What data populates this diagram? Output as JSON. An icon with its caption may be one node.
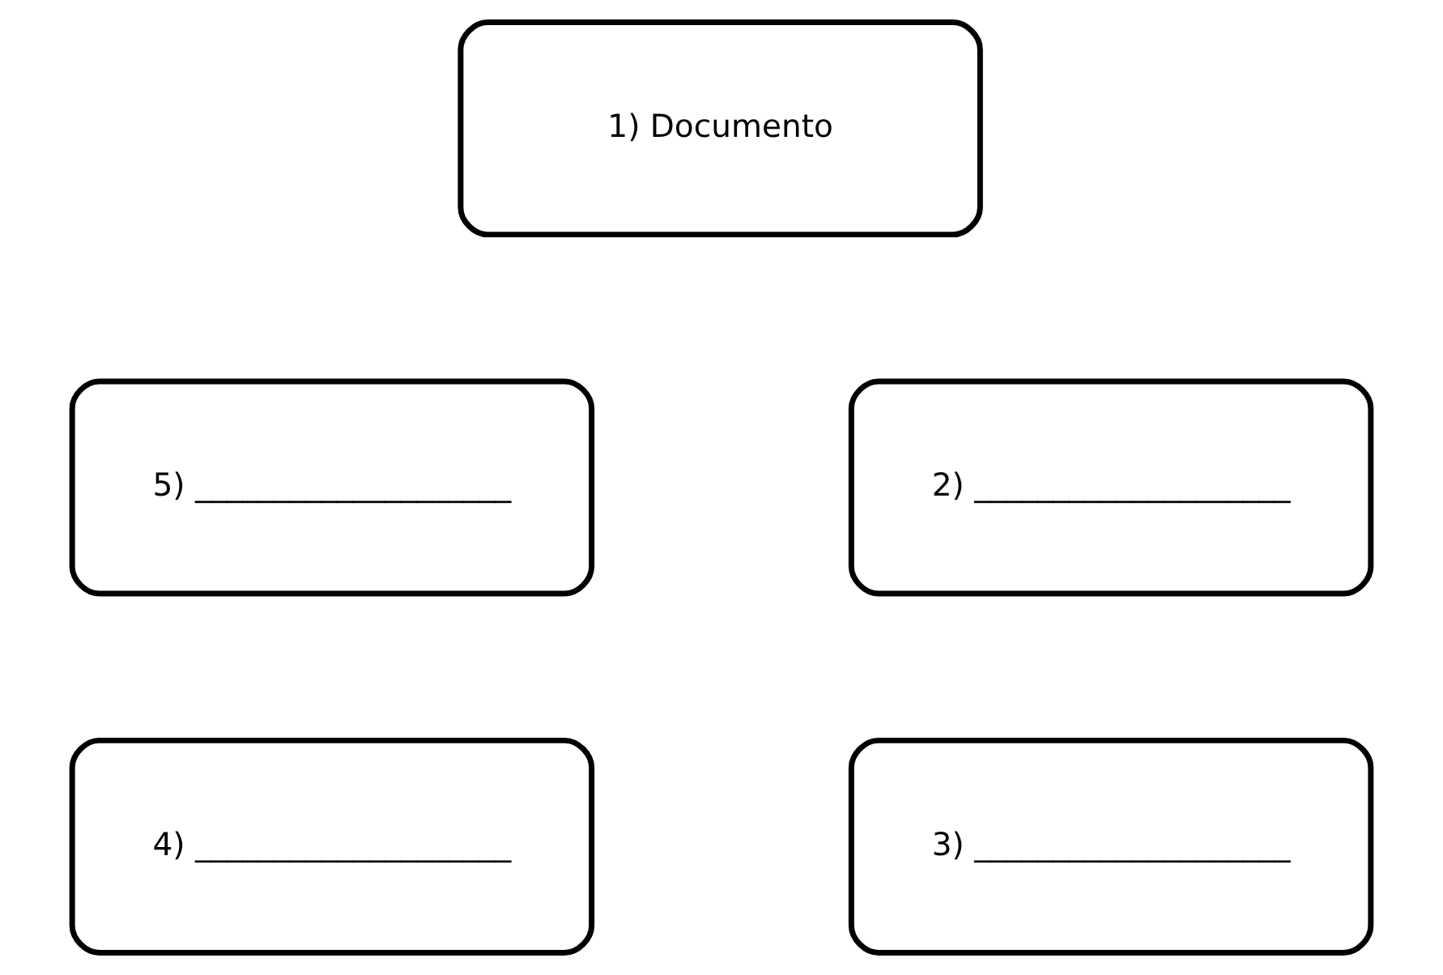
{
  "diagram": {
    "nodes": [
      {
        "text": [
          "1) Documento"
        ]
      },
      {
        "text": [
          "5) ____________________"
        ]
      },
      {
        "text": [
          "2) ____________________"
        ]
      },
      {
        "text": [
          "4) ____________________"
        ]
      },
      {
        "text": [
          "3) ____________________"
        ]
      }
    ]
  }
}
